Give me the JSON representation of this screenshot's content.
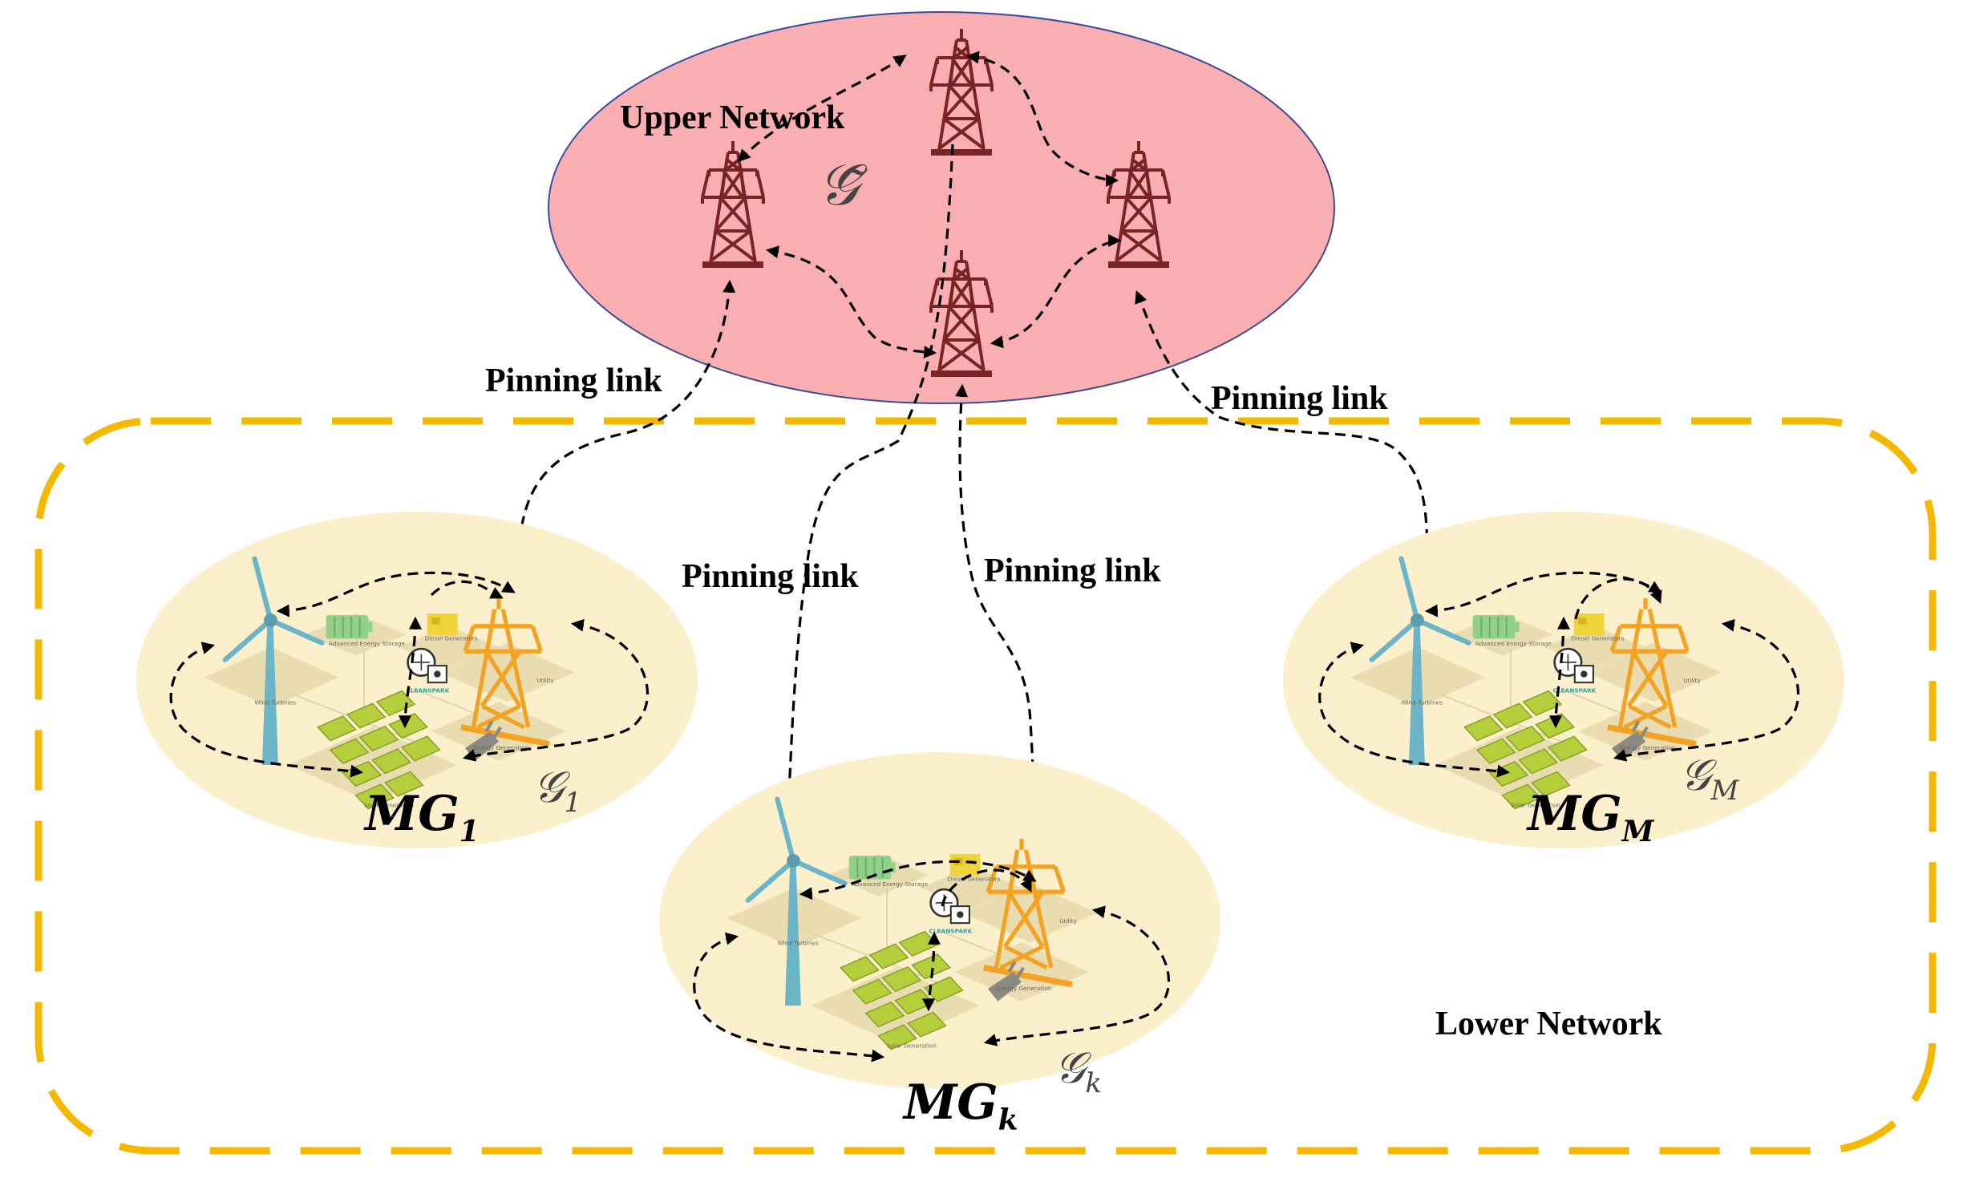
{
  "upper_network": {
    "label": "Upper Network",
    "graph_symbol": "𝒢̃",
    "fill_color": "#f9aeb1",
    "stroke_color": "#3a4b9a",
    "tower_color": "#7a2326"
  },
  "lower_network": {
    "label": "Lower Network",
    "border_color": "#f5b800"
  },
  "pinning_links": [
    {
      "label": "Pinning link"
    },
    {
      "label": "Pinning link"
    },
    {
      "label": "Pinning link"
    },
    {
      "label": "Pinning link"
    }
  ],
  "microgrids": [
    {
      "name": "MG",
      "subscript": "1",
      "graph_symbol": "𝒢",
      "graph_subscript": "1",
      "components": {
        "storage": "Advanced Energy Storage",
        "diesel": "Diesel Generators",
        "brand": "CLEANSPARK",
        "grid": "Utility",
        "wind": "Wind Turbines",
        "solar": "Solar Generation",
        "generation": "Energy Generation"
      }
    },
    {
      "name": "MG",
      "subscript": "k",
      "graph_symbol": "𝒢",
      "graph_subscript": "k",
      "components": {
        "storage": "Advanced Energy Storage",
        "diesel": "Diesel Generators",
        "brand": "CLEANSPARK",
        "grid": "Utility",
        "wind": "Wind Turbines",
        "solar": "Solar Generation",
        "generation": "Energy Generation"
      }
    },
    {
      "name": "MG",
      "subscript": "M",
      "graph_symbol": "𝒢",
      "graph_subscript": "M",
      "components": {
        "storage": "Advanced Energy Storage",
        "diesel": "Diesel Generators",
        "brand": "CLEANSPARK",
        "grid": "Utility",
        "wind": "Wind Turbines",
        "solar": "Solar Generation",
        "generation": "Energy Generation"
      }
    }
  ],
  "colors": {
    "microgrid_fill": "#fbefcc",
    "utility_tower": "#f2a324",
    "solar_panel": "#b5cf3c",
    "wind_turbine": "#6cb4c8",
    "battery": "#8fd08a",
    "diesel": "#f0d23a"
  }
}
